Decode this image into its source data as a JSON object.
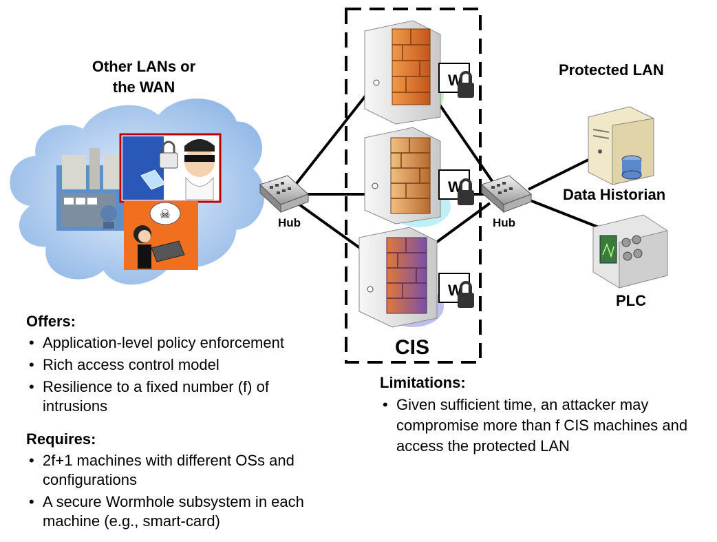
{
  "labels": {
    "other_lans": "Other LANs or",
    "other_lans_2": "the WAN",
    "protected_lan": "Protected LAN",
    "hub_left": "Hub",
    "hub_right": "Hub",
    "data_historian": "Data Historian",
    "plc": "PLC",
    "cis": "CIS",
    "wormhole": "W"
  },
  "offers": {
    "heading": "Offers:",
    "items": [
      "Application-level policy enforcement",
      "Rich access control model",
      "Resilience to a fixed number (f) of intrusions"
    ]
  },
  "requires": {
    "heading": "Requires:",
    "items": [
      "2f+1 machines with different OSs and configurations",
      "A secure Wormhole subsystem in each machine (e.g., smart-card)"
    ]
  },
  "limitations": {
    "heading": "Limitations:",
    "items": [
      "Given sufficient time, an attacker may compromise more than f CIS machines and access the protected LAN"
    ]
  },
  "colors": {
    "cloud": "#a9c8ee",
    "firewall": "#e0782a",
    "server": "#e9e9e9",
    "line": "#000000",
    "attacker_bg": "#f07020"
  }
}
